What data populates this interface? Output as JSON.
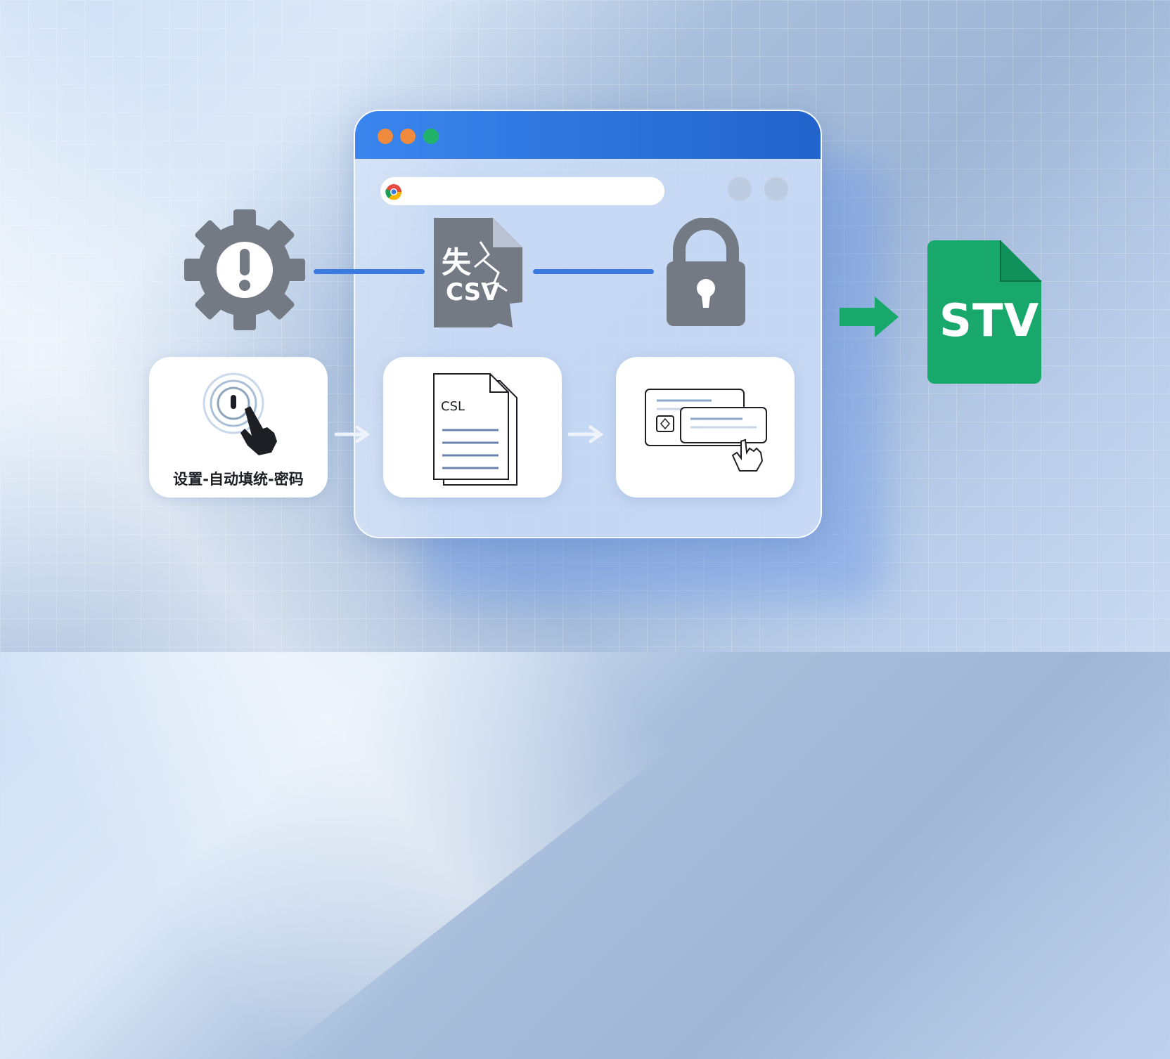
{
  "window": {
    "traffic_lights": [
      "#f08a3c",
      "#f08a3c",
      "#22b36b"
    ],
    "titlebar_color": "#2b72e0"
  },
  "icons": {
    "settings": "gear-warning-icon",
    "broken_file": "broken-csv-file-icon",
    "lock": "padlock-icon",
    "export_arrow": "right-arrow-icon",
    "output_file": "stv-file-icon"
  },
  "broken_file": {
    "glyph": "失",
    "label": "CSV"
  },
  "cards": {
    "step1_label": "设置-自动填统-密码",
    "step2_doc_label": "CSL"
  },
  "output": {
    "label": "STV",
    "color": "#1aa86b"
  }
}
